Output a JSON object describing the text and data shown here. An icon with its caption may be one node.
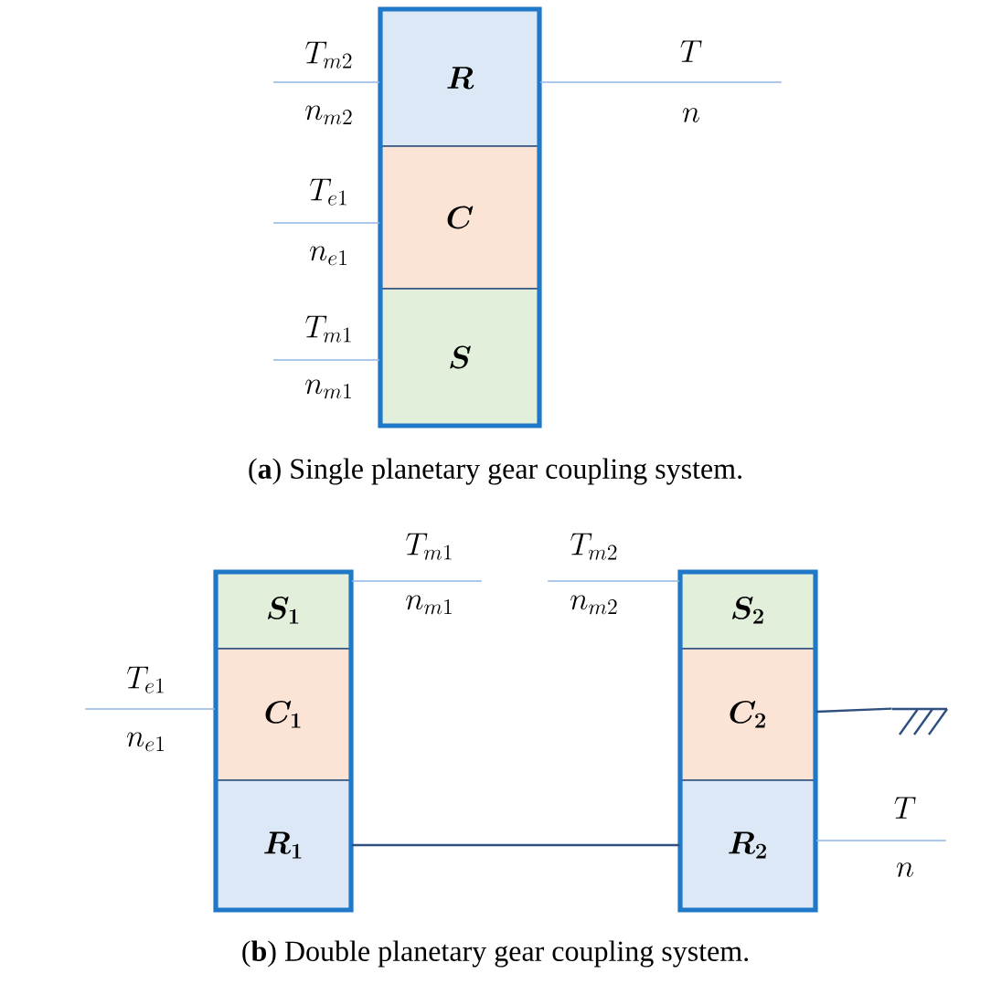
{
  "diagram": {
    "nodes": [
      {
        "text": [
          "R"
        ]
      },
      {
        "text": [
          "C"
        ]
      },
      {
        "text": [
          "S"
        ]
      },
      {
        "text": [
          "S_1"
        ]
      },
      {
        "text": [
          "C_1"
        ]
      },
      {
        "text": [
          "R_1"
        ]
      },
      {
        "text": [
          "S_2"
        ]
      },
      {
        "text": [
          "C_2"
        ]
      },
      {
        "text": [
          "R_2"
        ]
      },
      {
        "text": [],
        "shape": "ground"
      }
    ],
    "edges": [
      {
        "from": 0,
        "to": null,
        "arrow": "none"
      },
      {
        "from": 0,
        "to": null,
        "arrow": "none"
      },
      {
        "from": 1,
        "to": null,
        "arrow": "none"
      },
      {
        "from": 2,
        "to": null,
        "arrow": "none"
      },
      {
        "from": 3,
        "to": null,
        "arrow": "none"
      },
      {
        "from": 6,
        "to": null,
        "arrow": "none"
      },
      {
        "from": 4,
        "to": null,
        "arrow": "none"
      },
      {
        "from": 7,
        "to": 9,
        "arrow": "none",
        "color": "#2f4f7f"
      },
      {
        "from": 5,
        "to": 8,
        "arrow": "none",
        "color": "#2f4f7f"
      },
      {
        "from": 8,
        "to": null,
        "arrow": "none"
      }
    ],
    "labels": [
      "T_{m2}",
      "n_{m2}",
      "T",
      "n",
      "T_{e1}",
      "n_{e1}",
      "T_{m1}",
      "n_{m1}",
      "(**a**) Single planetary gear coupling system.",
      "T_{m1}",
      "n_{m1}",
      "T_{m2}",
      "n_{m2}",
      "T_{e1}",
      "n_{e1}",
      "T",
      "n",
      "(**b**) Double planetary gear coupling system."
    ]
  }
}
